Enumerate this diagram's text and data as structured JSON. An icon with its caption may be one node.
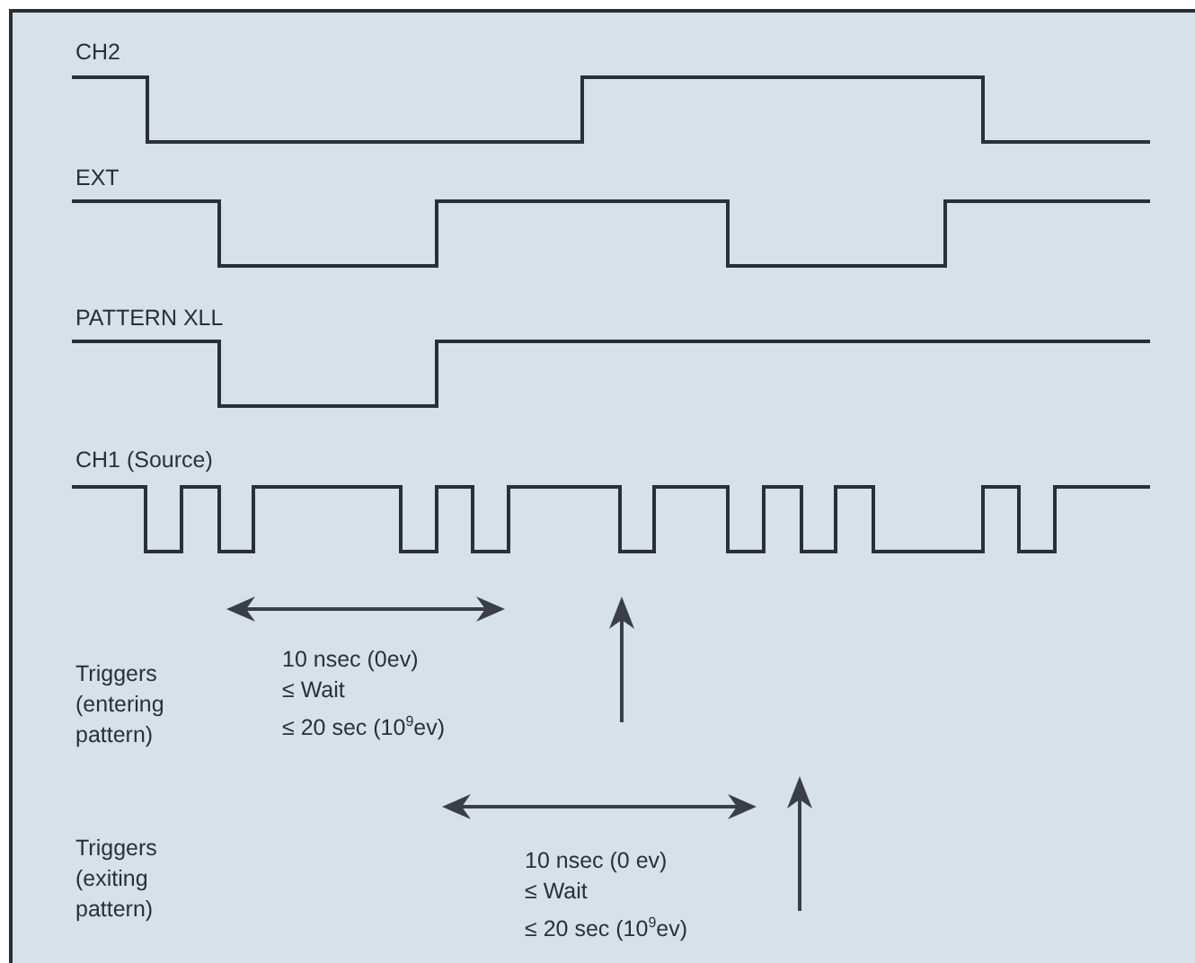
{
  "diagram": {
    "labels": [
      "CH2",
      "EXT",
      "PATTERN XLL",
      "CH1 (Source)",
      "10 nsec (0ev)",
      "≤ Wait",
      "≤ 20 sec (10$^{9}$ev)",
      "Triggers (entering pattern)",
      "Triggers (exiting pattern)",
      "10 nsec (0 ev)",
      "≤ Wait",
      "≤ 20 sec (10$^{9}$ev)"
    ]
  }
}
